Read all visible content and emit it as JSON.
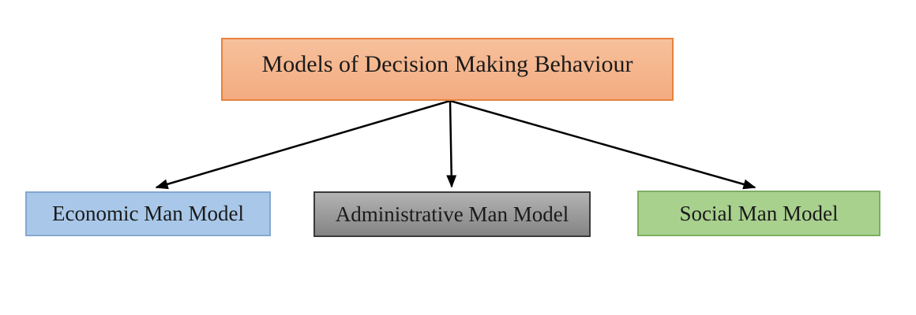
{
  "diagram": {
    "title_node": {
      "label": "Models of Decision Making Behaviour",
      "fill": "#F5B78E",
      "border": "#E8813D"
    },
    "child_nodes": [
      {
        "label": "Economic Man Model",
        "fill": "#A9C8E9",
        "border": "#84A7D1"
      },
      {
        "label": "Administrative Man Model",
        "fill": "#9C9C9C",
        "border": "#3A3A3A"
      },
      {
        "label": "Social Man Model",
        "fill": "#A9D18E",
        "border": "#7EAE61"
      }
    ],
    "arrow_color": "#000000",
    "text_color": "#1A1A1A",
    "background": "#FFFFFF"
  }
}
